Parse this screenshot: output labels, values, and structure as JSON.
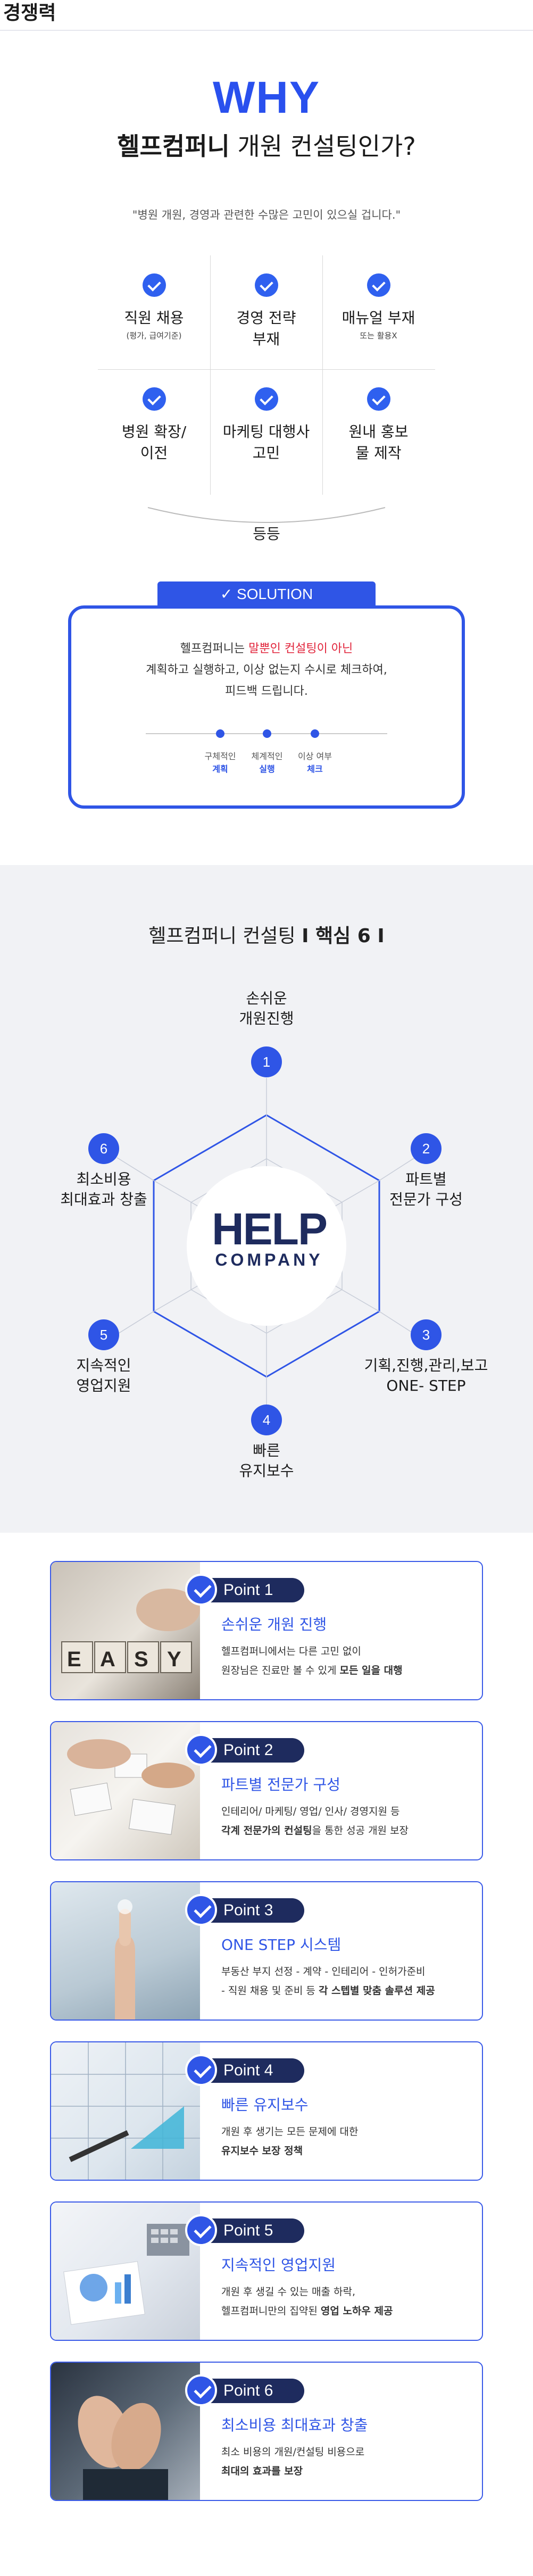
{
  "page": {
    "top_label": "경쟁력"
  },
  "hero": {
    "why": "WHY",
    "subtitle_strong": "헬프컴퍼니",
    "subtitle_rest": " 개원 컨설팅인가?",
    "quote": "\"병원 개원, 경영과 관련한 수많은 고민이 있으실 겁니다.\""
  },
  "problems": [
    {
      "title": "직원 채용",
      "sub": "(평가, 급여기준)"
    },
    {
      "title": "경영 전략 부재",
      "sub": ""
    },
    {
      "title": "매뉴얼 부재",
      "sub": "또는 활용X"
    },
    {
      "title": "병원 확장/이전",
      "sub": ""
    },
    {
      "title": "마케팅 대행사 고민",
      "sub": ""
    },
    {
      "title": "원내 홍보물 제작",
      "sub": ""
    }
  ],
  "problems_etc": "등등",
  "solution": {
    "tab": "✓ SOLUTION",
    "line1_pre": "헬프컴퍼니는 ",
    "line1_red": "말뿐인 컨설팅이 아닌",
    "line2": "계획하고 실행하고, 이상 없는지 수시로 체크하여,",
    "line3": "피드백 드립니다.",
    "steps": [
      {
        "top": "구체적인",
        "bottom": "계획"
      },
      {
        "top": "체계적인",
        "bottom": "실행"
      },
      {
        "top": "이상 여부",
        "bottom": "체크"
      }
    ]
  },
  "core": {
    "title_pre": "헬프컴퍼니 컨설팅 ",
    "title_strong": "I 핵심 6 I",
    "logo_main": "HELP",
    "logo_sub": "COMPANY",
    "nodes": [
      {
        "num": "1",
        "line1": "손쉬운",
        "line2": "개원진행"
      },
      {
        "num": "2",
        "line1": "파트별",
        "line2": "전문가 구성"
      },
      {
        "num": "3",
        "line1": "기획,진행,관리,보고",
        "line2": "ONE- STEP"
      },
      {
        "num": "4",
        "line1": "빠른",
        "line2": "유지보수"
      },
      {
        "num": "5",
        "line1": "지속적인",
        "line2": "영업지원"
      },
      {
        "num": "6",
        "line1": "최소비용",
        "line2": "최대효과 창출"
      }
    ]
  },
  "points": [
    {
      "badge": "Point 1",
      "title": "손쉬운 개원 진행",
      "desc1": "헬프컴퍼니에서는 다른 고민 없이",
      "desc2_pre": "원장님은 진료만 볼 수 있게 ",
      "desc2_bold": "모든 일을 대행",
      "img_text": "EASY"
    },
    {
      "badge": "Point 2",
      "title": "파트별 전문가 구성",
      "desc1": "인테리어/ 마케팅/ 영업/ 인사/ 경영지원 등",
      "desc2_pre": "",
      "desc2_bold": "각계 전문가의 컨설팅",
      "desc2_post": "을 통한 성공 개원 보장"
    },
    {
      "badge": "Point 3",
      "title": "ONE STEP 시스템",
      "desc1": "부동산 부지 선정 - 계약 - 인테리어 - 인허가준비",
      "desc2_pre": "- 직원 채용 및 준비 등 ",
      "desc2_bold": "각 스텝별 맞춤 솔루션 제공"
    },
    {
      "badge": "Point 4",
      "title": "빠른 유지보수",
      "desc1": "개원 후 생기는 모든 문제에 대한",
      "desc2_pre": "",
      "desc2_bold": "유지보수 보장 정책"
    },
    {
      "badge": "Point 5",
      "title": "지속적인 영업지원",
      "desc1": "개원 후 생길 수 있는 매출 하락,",
      "desc2_pre": "헬프컴퍼니만의 집약된 ",
      "desc2_bold": "영업 노하우 제공"
    },
    {
      "badge": "Point 6",
      "title": "최소비용 최대효과 창출",
      "desc1": "최소 비용의 개원/컨설팅 비용으로",
      "desc2_pre": "",
      "desc2_bold": "최대의 효과를 보장"
    }
  ],
  "colors": {
    "accent": "#2f55e6",
    "navy": "#1e2b5e",
    "red": "#e1233a",
    "core_bg": "#f1f2f5"
  }
}
